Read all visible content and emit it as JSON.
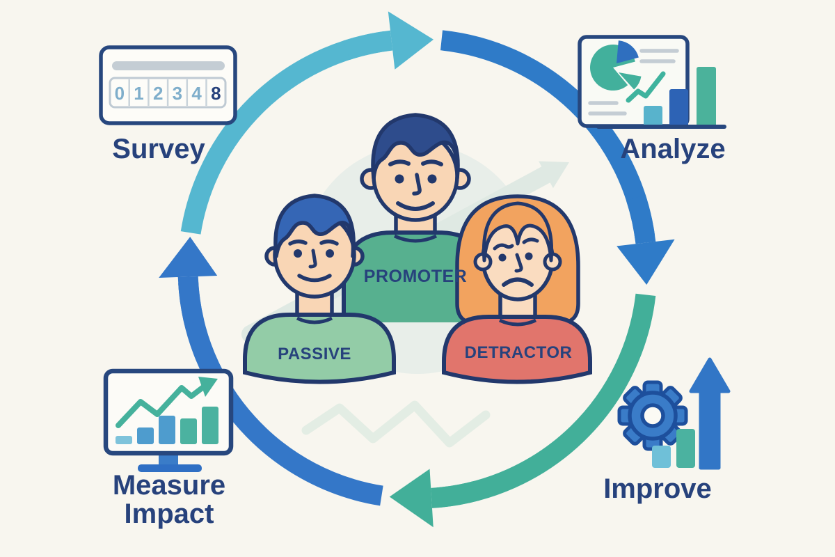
{
  "diagram": {
    "type": "cycle-infographic",
    "subject": "NPS customer feedback loop",
    "stages": [
      {
        "id": "survey",
        "label": "Survey"
      },
      {
        "id": "analyze",
        "label": "Analyze"
      },
      {
        "id": "improve",
        "label": "Improve"
      },
      {
        "id": "measure-impact",
        "label": "Measure Impact",
        "lines": [
          "Measure",
          "Impact"
        ]
      }
    ],
    "personas": [
      {
        "id": "promoter",
        "label": "PROMOTER",
        "shirt_color": "#57B08F",
        "mood": "happy"
      },
      {
        "id": "passive",
        "label": "PASSIVE",
        "shirt_color": "#93CCA7",
        "mood": "neutral-smile"
      },
      {
        "id": "detractor",
        "label": "DETRACTOR",
        "shirt_color": "#E1756C",
        "mood": "sad"
      }
    ],
    "survey_scale": [
      "0",
      "1",
      "2",
      "3",
      "4",
      "8"
    ],
    "colors": {
      "background": "#F8F6EF",
      "label_navy": "#27427C",
      "outline_navy": "#22386C",
      "arc_cyan": "#55B7D0",
      "arc_blue_top": "#2F7BC8",
      "arc_blue_bottom": "#3477C8",
      "arc_teal": "#42AF99",
      "icon_blue": "#3A7CC8",
      "icon_teal": "#4BB2A0",
      "skin": "#F9D6B5",
      "hair_dark_blue": "#2E4C8C",
      "hair_blue": "#3566B5",
      "hair_orange": "#F2A35F"
    }
  }
}
